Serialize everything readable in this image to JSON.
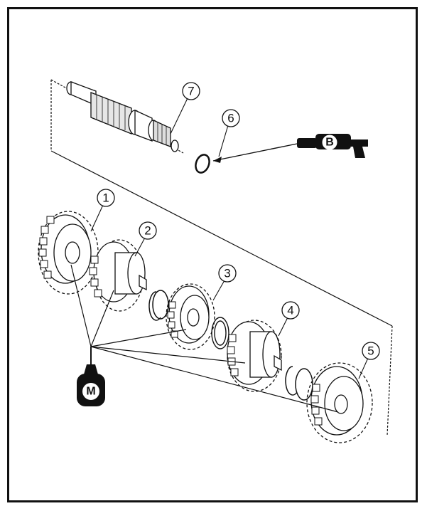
{
  "callouts": [
    {
      "id": "1",
      "label": "1"
    },
    {
      "id": "2",
      "label": "2"
    },
    {
      "id": "3",
      "label": "3"
    },
    {
      "id": "4",
      "label": "4"
    },
    {
      "id": "5",
      "label": "5"
    },
    {
      "id": "6",
      "label": "6"
    },
    {
      "id": "7",
      "label": "7"
    }
  ],
  "symbols": {
    "grease_gun_label": "B",
    "oil_can_label": "M"
  },
  "colors": {
    "line": "#111111",
    "background": "#ffffff"
  }
}
